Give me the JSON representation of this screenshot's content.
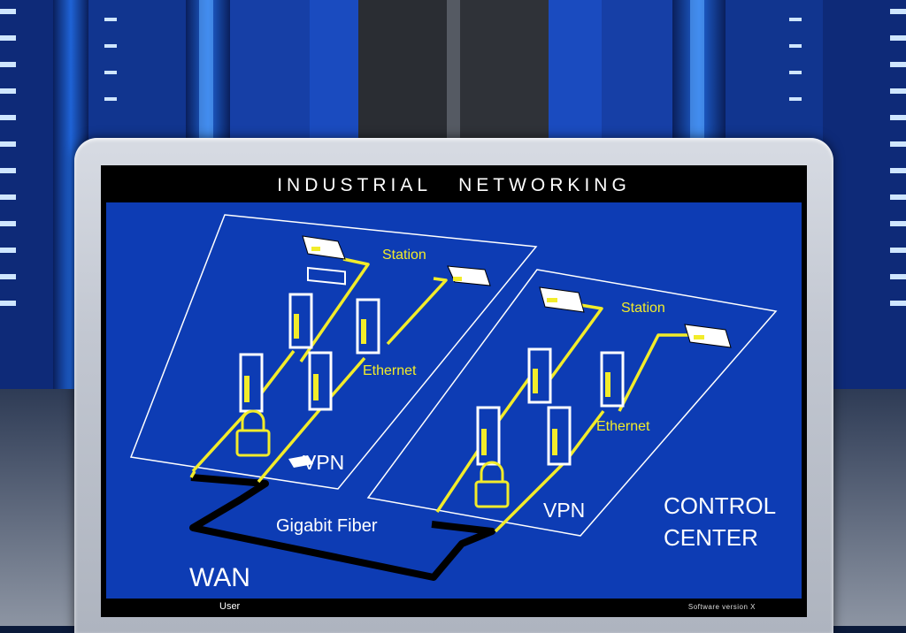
{
  "screen": {
    "title": "INDUSTRIAL NETWORKING",
    "status_user": "User",
    "status_version": "Software version X"
  },
  "diagram": {
    "left_zone": {
      "station_label": "Station",
      "ethernet_label": "Ethernet",
      "vpn_label": "VPN"
    },
    "right_zone": {
      "station_label": "Station",
      "ethernet_label": "Ethernet",
      "vpn_label": "VPN",
      "name_line1": "CONTROL",
      "name_line2": "CENTER"
    },
    "link_label": "Gigabit Fiber",
    "wan_label": "WAN"
  },
  "colors": {
    "screen_background": "#0d3cb4",
    "ethernet_line": "#f2ec2a",
    "wan_line": "#000000",
    "outline": "#ffffff"
  }
}
